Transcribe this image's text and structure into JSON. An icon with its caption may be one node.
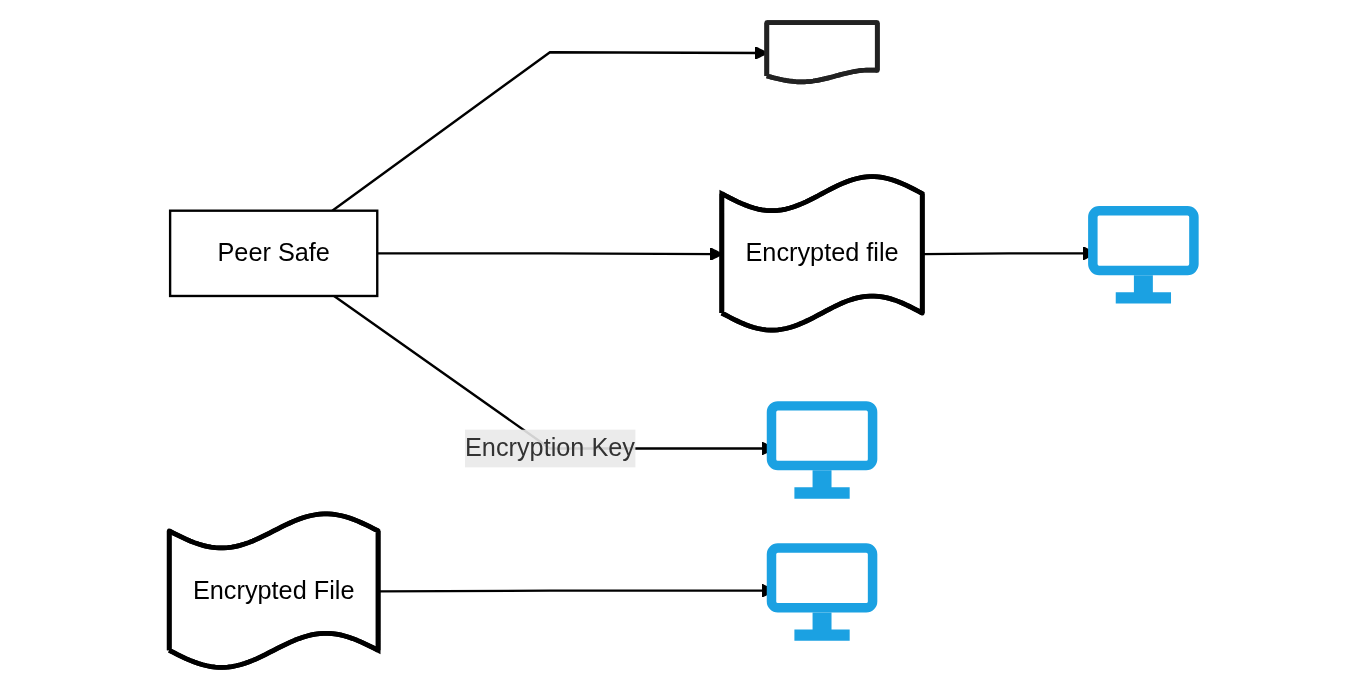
{
  "diagram": {
    "nodes": [
      {
        "text": [],
        "shape": "document"
      },
      {
        "text": [
          "Peer Safe"
        ]
      },
      {
        "text": [
          "Encrypted file"
        ]
      },
      {
        "text": [
          "Encrypted File"
        ]
      },
      {
        "text": [],
        "shape": "monitor"
      },
      {
        "text": [],
        "shape": "monitor"
      },
      {
        "text": [],
        "shape": "monitor"
      }
    ],
    "edges": [
      {
        "from": 1,
        "to": 0,
        "arrow": "to"
      },
      {
        "from": 1,
        "to": 2,
        "arrow": "to"
      },
      {
        "from": 2,
        "to": 4,
        "arrow": "to"
      },
      {
        "from": 3,
        "to": 5,
        "arrow": "to"
      },
      {
        "from": 1,
        "to": 6,
        "arrow": "to",
        "label": "Encryption Key"
      }
    ]
  }
}
